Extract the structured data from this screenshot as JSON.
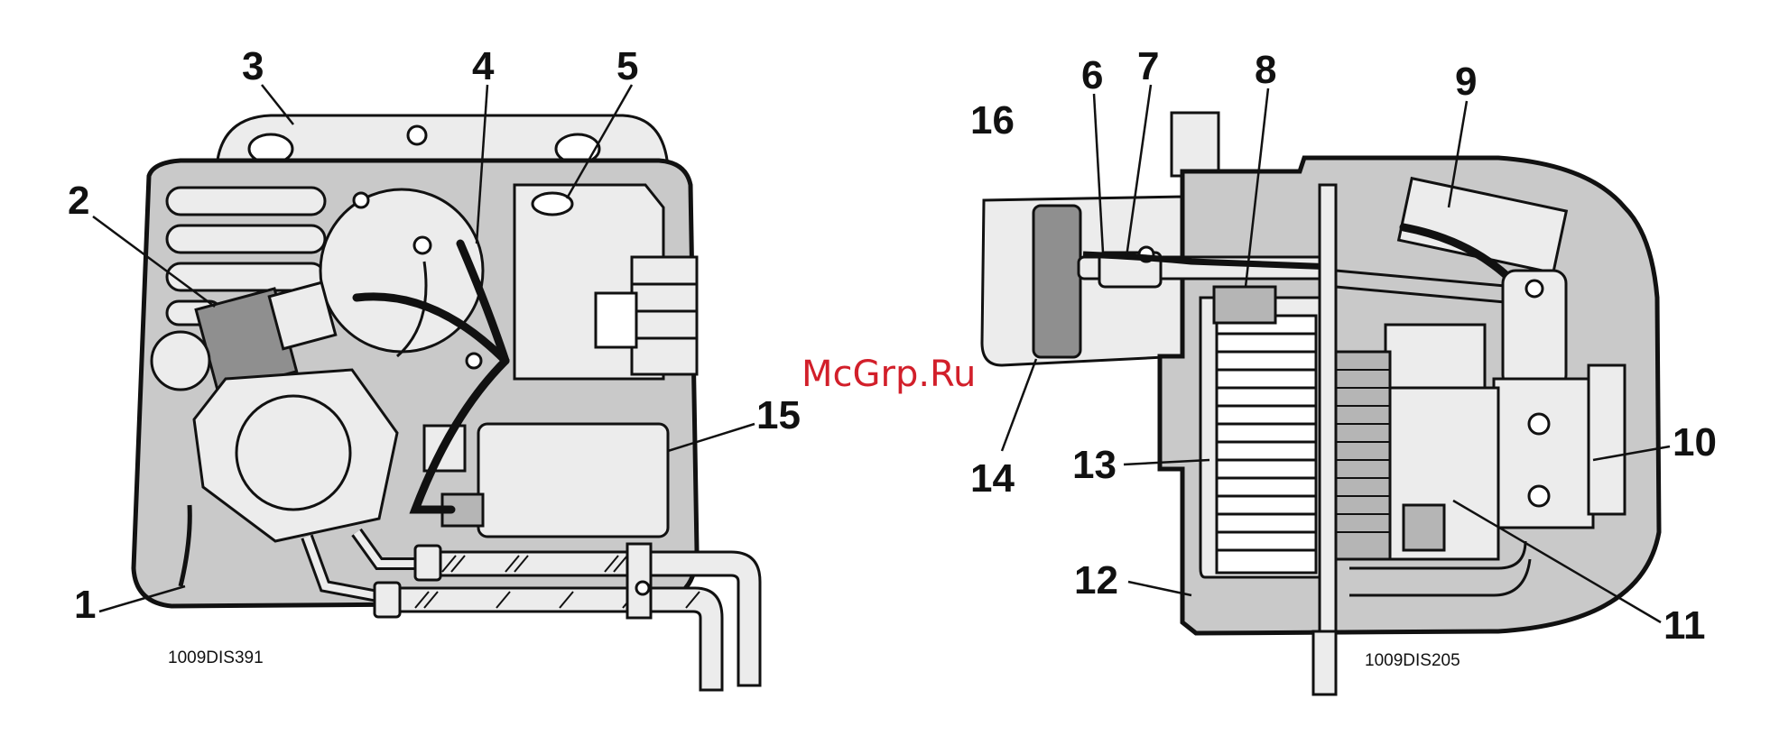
{
  "left_view": {
    "code": "1009DIS391",
    "callouts": [
      "1",
      "2",
      "3",
      "4",
      "5",
      "15"
    ]
  },
  "right_view": {
    "code": "1009DIS205",
    "callouts": [
      "6",
      "7",
      "8",
      "9",
      "10",
      "11",
      "12",
      "13",
      "14",
      "16"
    ]
  },
  "watermark": "McGrp.Ru",
  "colors": {
    "housing": "#c9c9c9",
    "outline": "#111111",
    "watermark": "#d21f2a"
  }
}
